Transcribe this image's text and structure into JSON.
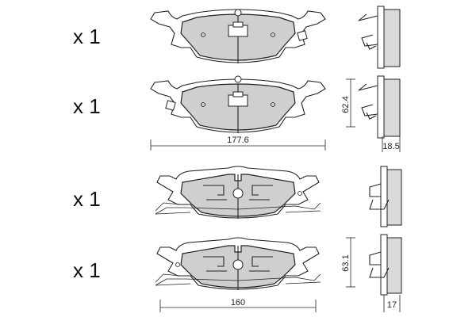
{
  "quantities": [
    "x 1",
    "x 1",
    "x 1",
    "x 1"
  ],
  "dimensions": {
    "upper_width": "177.6",
    "upper_height": "62.4",
    "upper_thickness": "18.5",
    "lower_width": "160",
    "lower_height": "63.1",
    "lower_thickness": "17"
  },
  "colors": {
    "pad_fill": "#cfcfcf",
    "outline": "#222222",
    "background": "#ffffff"
  }
}
